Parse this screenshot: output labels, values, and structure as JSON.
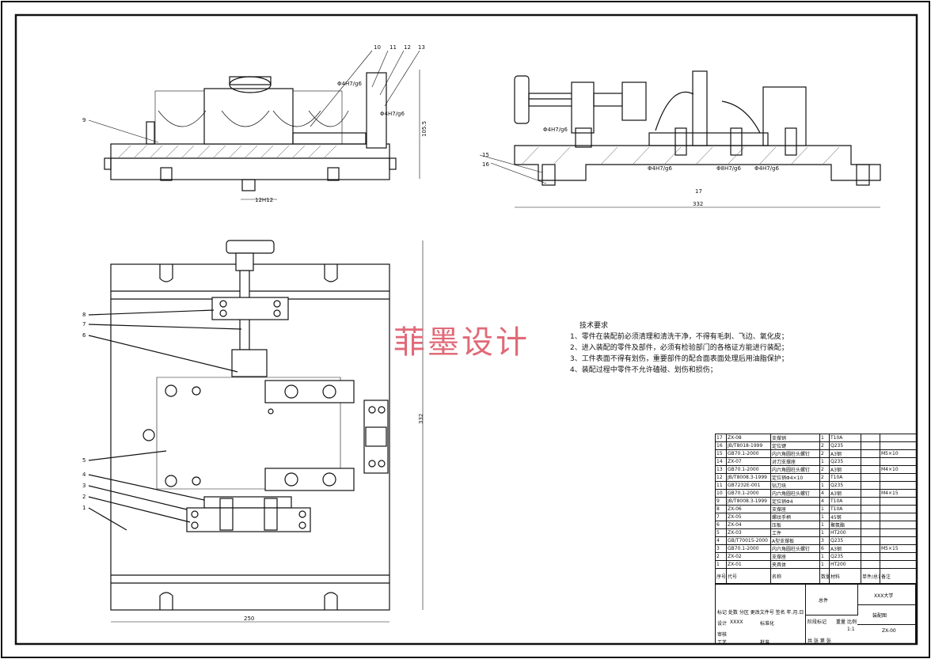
{
  "watermark": "菲墨设计",
  "notes": {
    "heading": "技术要求",
    "items": [
      "1、零件在装配前必须清理和清洗干净，不得有毛刺、飞边、氧化皮；",
      "2、进入装配的零件及部件，必须有检验部门的各格证方能进行装配；",
      "3、工件表面不得有划伤，重要部件的配合面表面处理后用油脂保护；",
      "4、装配过程中零件不允许磕碰、划伤和损伤；"
    ]
  },
  "dimensions": {
    "front_width": "250",
    "front_height": "332",
    "side_width": "332",
    "top_height": "105.5",
    "slot": "12H12",
    "fit_a": "Φ4H7/g6",
    "fit_b": "Φ8H7/g6"
  },
  "part_labels": [
    "1",
    "2",
    "3",
    "4",
    "5",
    "6",
    "7",
    "8",
    "9",
    "10",
    "11",
    "12",
    "13",
    "15",
    "16",
    "17"
  ],
  "bom": {
    "rows": [
      [
        "17",
        "ZX-08",
        "支撑销",
        "1",
        "T10A",
        ""
      ],
      [
        "16",
        "JB/T8018-1999",
        "定位键",
        "2",
        "Q235",
        ""
      ],
      [
        "15",
        "GB70.1-2000",
        "内六角圆柱头螺钉",
        "2",
        "A3钢",
        "M5×10"
      ],
      [
        "14",
        "ZX-07",
        "对刀支撑座",
        "1",
        "Q235",
        ""
      ],
      [
        "13",
        "GB70.1-2000",
        "内六角圆柱头螺钉",
        "2",
        "A3钢",
        "M4×10"
      ],
      [
        "12",
        "JB/T8008.3-1999",
        "定位销Φ4×10",
        "2",
        "T10A",
        ""
      ],
      [
        "11",
        "GB7232E-001",
        "钻刀块",
        "1",
        "Q235",
        ""
      ],
      [
        "10",
        "GB70.1-2000",
        "内六角圆柱头螺钉",
        "4",
        "A3钢",
        "M4×15"
      ],
      [
        "9",
        "JB/T8008.3-1999",
        "定位销Φ4",
        "4",
        "T10A",
        ""
      ],
      [
        "8",
        "ZX-06",
        "支撑座",
        "1",
        "T10A",
        ""
      ],
      [
        "7",
        "ZX-05",
        "螺纹手柄",
        "1",
        "45钢",
        ""
      ],
      [
        "6",
        "ZX-04",
        "压板",
        "1",
        "聚氨酯",
        ""
      ],
      [
        "5",
        "ZX-03",
        "工件",
        "1",
        "HT200",
        ""
      ],
      [
        "4",
        "GB/T70015-2000",
        "A型支撑板",
        "3",
        "Q235",
        ""
      ],
      [
        "3",
        "GB70.1-2000",
        "内六角圆柱头螺钉",
        "6",
        "A3钢",
        "M5×15"
      ],
      [
        "2",
        "ZX-02",
        "支撑座",
        "1",
        "Q235",
        ""
      ],
      [
        "1",
        "ZX-01",
        "夹具体",
        "1",
        "HT200",
        ""
      ]
    ],
    "header": [
      "序号",
      "代号",
      "名称",
      "数量",
      "材料",
      "单件/总计 重量",
      "备注"
    ]
  },
  "title_block": {
    "assembly": "总件",
    "school": "XXX大学",
    "drawing_name": "装配图",
    "drawing_no": "ZX-00",
    "scale_label": "比例",
    "scale": "1:1",
    "stage": "阶段标记",
    "weight": "重量",
    "design": "设计",
    "designer": "XXXX",
    "std": "标准化",
    "review": "审核",
    "process": "工艺",
    "approve": "批准",
    "sheets": "共  张    第  张",
    "marks": "标记 处数 分区 更改文件号 签名 年.月.日"
  }
}
